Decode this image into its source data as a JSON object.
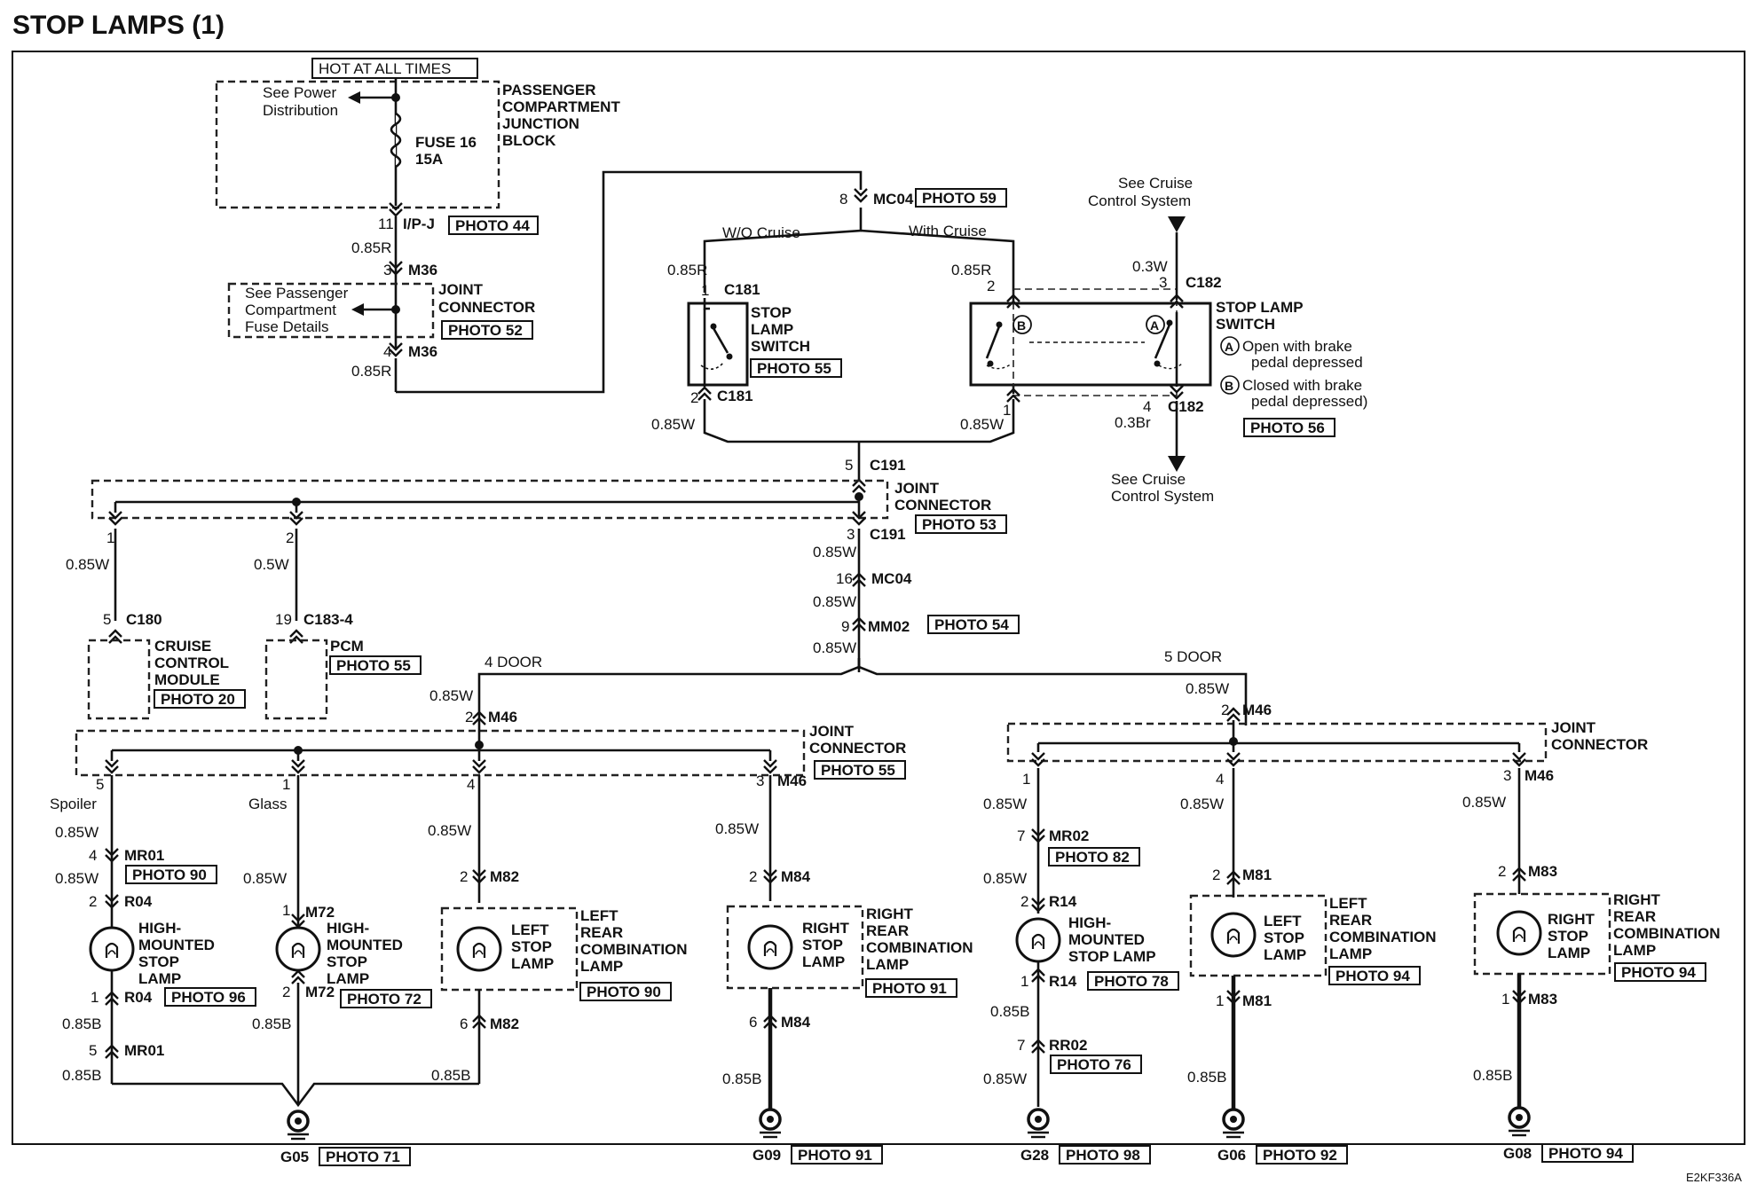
{
  "title": "STOP LAMPS (1)",
  "footer_code": "E2KF336A",
  "hot_label": "HOT AT ALL TIMES",
  "junction_block": {
    "name": [
      "PASSENGER",
      "COMPARTMENT",
      "JUNCTION",
      "BLOCK"
    ],
    "see": [
      "See Power",
      "Distribution"
    ],
    "fuse": [
      "FUSE 16",
      "15A"
    ],
    "pin": "11",
    "connector": "I/P-J",
    "photo": "PHOTO 44"
  },
  "wire_labels": {
    "r085": "0.85R",
    "w085": "0.85W",
    "w05": "0.5W",
    "w03": "0.3W",
    "br03": "0.3Br",
    "b085": "0.85B"
  },
  "joint_top": {
    "see": [
      "See Passenger",
      "Compartment",
      "Fuse Details"
    ],
    "name": [
      "JOINT",
      "CONNECTOR"
    ],
    "pin_in": "3",
    "pin_out": "4",
    "connector": "M36",
    "photo": "PHOTO 52"
  },
  "mc04_top": {
    "pin": "8",
    "connector": "MC04",
    "photo": "PHOTO 59"
  },
  "branch_labels": {
    "wo_cruise": "W/O Cruise",
    "with_cruise": "With Cruise"
  },
  "switch_left": {
    "name": [
      "STOP",
      "LAMP",
      "SWITCH"
    ],
    "photo": "PHOTO 55",
    "pin_in": "1",
    "pin_out": "2",
    "connector": "C181"
  },
  "switch_right": {
    "name": [
      "STOP LAMP",
      "SWITCH"
    ],
    "pins": [
      "2",
      "3",
      "1",
      "4"
    ],
    "connector": "C182",
    "see_top": [
      "See Cruise",
      "Control System"
    ],
    "see_bottom": [
      "See Cruise",
      "Control System"
    ],
    "notes": [
      "Open with brake",
      "pedal depressed",
      "Closed with brake",
      "pedal depressed)"
    ],
    "marks": [
      "A",
      "B"
    ],
    "photo": "PHOTO 56"
  },
  "c191": {
    "pin_in": "5",
    "pin_out": "3",
    "connector": "C191",
    "name": [
      "JOINT",
      "CONNECTOR"
    ],
    "photo": "PHOTO 53",
    "pin_left1": "1",
    "pin_left2": "2"
  },
  "mc04_mid": {
    "pin": "16",
    "connector": "MC04"
  },
  "mm02": {
    "pin": "9",
    "connector": "MM02",
    "photo": "PHOTO 54"
  },
  "cruise_module": {
    "pin": "5",
    "connector": "C180",
    "name": [
      "CRUISE",
      "CONTROL",
      "MODULE"
    ],
    "photo": "PHOTO 20"
  },
  "pcm": {
    "pin": "19",
    "connector": "C183-4",
    "name": "PCM",
    "photo": "PHOTO 55"
  },
  "door4": {
    "label": "4 DOOR",
    "pin_in": "2",
    "connector": "M46",
    "joint_name": [
      "JOINT",
      "CONNECTOR"
    ],
    "joint_photo": "PHOTO 55",
    "pins": [
      "5",
      "1",
      "4",
      "3"
    ],
    "spoiler": "Spoiler",
    "glass": "Glass",
    "mr01": {
      "pin": "4",
      "pin2": "5",
      "connector": "MR01",
      "photo": "PHOTO 90"
    },
    "r04": {
      "pin_in": "2",
      "pin_out": "1",
      "connector": "R04",
      "photo": "PHOTO 96"
    },
    "m72": {
      "pin_in": "1",
      "pin_out": "2",
      "connector": "M72",
      "photo": "PHOTO 72"
    },
    "m82": {
      "pin_in": "2",
      "pin_out": "6",
      "connector": "M82"
    },
    "m84": {
      "pin_in": "2",
      "pin_out": "6",
      "connector": "M84"
    },
    "hm_lamp1": [
      "HIGH-",
      "MOUNTED",
      "STOP",
      "LAMP"
    ],
    "hm_lamp2": [
      "HIGH-",
      "MOUNTED",
      "STOP",
      "LAMP"
    ],
    "left_lamp": [
      "LEFT",
      "STOP",
      "LAMP"
    ],
    "left_comb": [
      "LEFT",
      "REAR",
      "COMBINATION",
      "LAMP"
    ],
    "left_photo": "PHOTO 90",
    "right_lamp": [
      "RIGHT",
      "STOP",
      "LAMP"
    ],
    "right_comb": [
      "RIGHT",
      "REAR",
      "COMBINATION",
      "LAMP"
    ],
    "right_photo": "PHOTO 91",
    "g05": {
      "name": "G05",
      "photo": "PHOTO 71"
    },
    "g09": {
      "name": "G09",
      "photo": "PHOTO 91"
    }
  },
  "door5": {
    "label": "5 DOOR",
    "pin_in": "2",
    "connector": "M46",
    "joint_name": [
      "JOINT",
      "CONNECTOR"
    ],
    "pins": [
      "1",
      "4",
      "3"
    ],
    "mr02": {
      "pin": "7",
      "connector": "MR02",
      "photo": "PHOTO 82"
    },
    "r14": {
      "pin_in": "2",
      "pin_out": "1",
      "connector": "R14",
      "photo": "PHOTO 78"
    },
    "rr02": {
      "pin": "7",
      "connector": "RR02",
      "photo": "PHOTO 76"
    },
    "m81": {
      "pin_in": "2",
      "pin_out": "1",
      "connector": "M81"
    },
    "m83": {
      "pin_in": "2",
      "pin_out": "1",
      "connector": "M83"
    },
    "hm_lamp": [
      "HIGH-",
      "MOUNTED",
      "STOP LAMP"
    ],
    "left_lamp": [
      "LEFT",
      "STOP",
      "LAMP"
    ],
    "left_comb": [
      "LEFT",
      "REAR",
      "COMBINATION",
      "LAMP"
    ],
    "left_photo": "PHOTO 94",
    "right_lamp": [
      "RIGHT",
      "STOP",
      "LAMP"
    ],
    "right_comb": [
      "RIGHT",
      "REAR",
      "COMBINATION",
      "LAMP"
    ],
    "right_photo": "PHOTO 94",
    "g28": {
      "name": "G28",
      "photo": "PHOTO 98"
    },
    "g06": {
      "name": "G06",
      "photo": "PHOTO 92"
    },
    "g08": {
      "name": "G08",
      "photo": "PHOTO 94"
    }
  }
}
